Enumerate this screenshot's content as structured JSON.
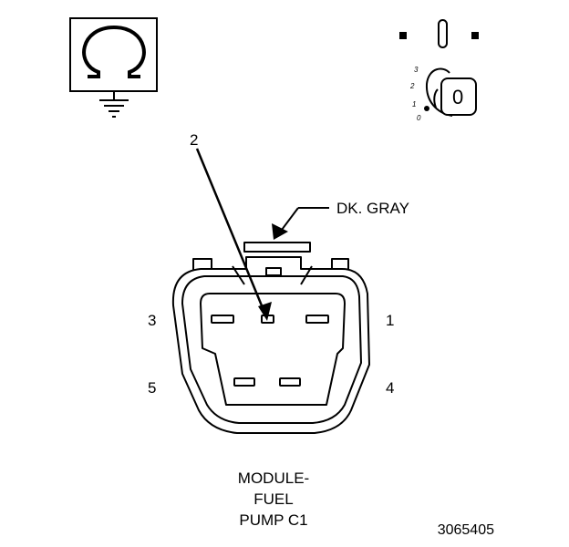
{
  "ground_symbol": {
    "icon": "ohmmeter-ground-icon",
    "glyph": "Ω"
  },
  "ignition": {
    "icon": "ignition-key-off-icon",
    "positions": [
      "3",
      "2",
      "1",
      "0"
    ],
    "key_label": "0"
  },
  "connector": {
    "name_lines": [
      "MODULE-",
      "FUEL",
      "PUMP C1"
    ],
    "wire_color": "DK. GRAY",
    "probe_pin": "2",
    "pins": {
      "pin1": "1",
      "pin3": "3",
      "pin4": "4",
      "pin5": "5"
    }
  },
  "figure_number": "3065405"
}
